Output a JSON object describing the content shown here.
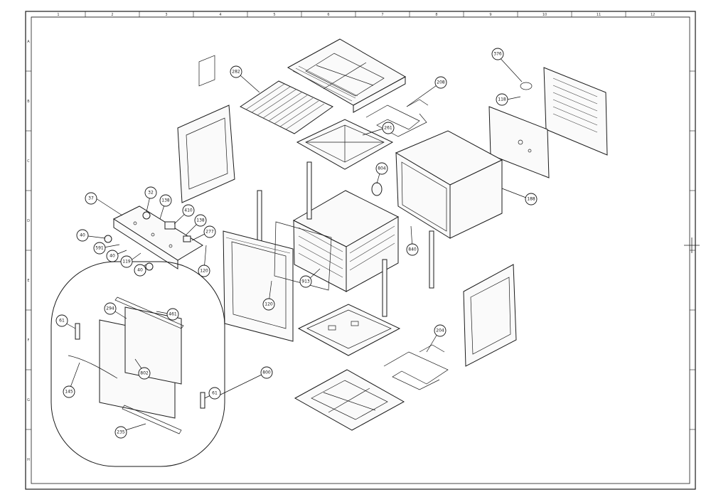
{
  "drawing": {
    "border_color": "#1a1a1a",
    "background": "#ffffff"
  },
  "ruler": {
    "top_numbers": [
      "1",
      "2",
      "3",
      "4",
      "5",
      "6",
      "7",
      "8",
      "9",
      "10",
      "11",
      "12"
    ],
    "side_letters": [
      "A",
      "B",
      "C",
      "D",
      "E",
      "F",
      "G",
      "H"
    ]
  },
  "callouts": [
    "282",
    "208",
    "376",
    "118",
    "261",
    "804",
    "188",
    "37",
    "32",
    "138",
    "410",
    "138",
    "277",
    "40",
    "591",
    "40",
    "119",
    "40",
    "120",
    "913",
    "120",
    "840",
    "294",
    "461",
    "61",
    "145",
    "802",
    "61",
    "800",
    "235",
    "204"
  ]
}
